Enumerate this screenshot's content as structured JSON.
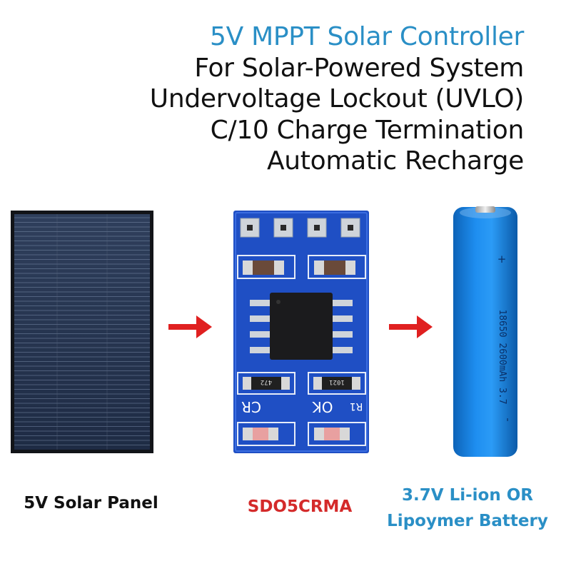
{
  "title": {
    "lines": [
      "5V MPPT Solar Controller",
      "For Solar-Powered System",
      "Undervoltage Lockout (UVLO)",
      "C/10 Charge Termination",
      "Automatic Recharge"
    ],
    "accent_color": "#2a8fc6"
  },
  "components": {
    "solar_panel": {
      "caption": "5V Solar Panel"
    },
    "board": {
      "caption": "SDO5CRMA",
      "caption_color": "#d42a2a",
      "silkscreen": {
        "cr": "CR",
        "ok": "OK",
        "r1": "R1",
        "res_left": "472",
        "res_right": "1021"
      }
    },
    "battery": {
      "caption_line1": "3.7V Li-ion OR",
      "caption_line2": "Lipoymer Battery",
      "label_plus": "+",
      "label_model": "18650 2600mAh 3.7",
      "label_minus": "-"
    }
  },
  "arrows": {
    "color": "#e02020",
    "icon": "arrow-right-icon"
  }
}
